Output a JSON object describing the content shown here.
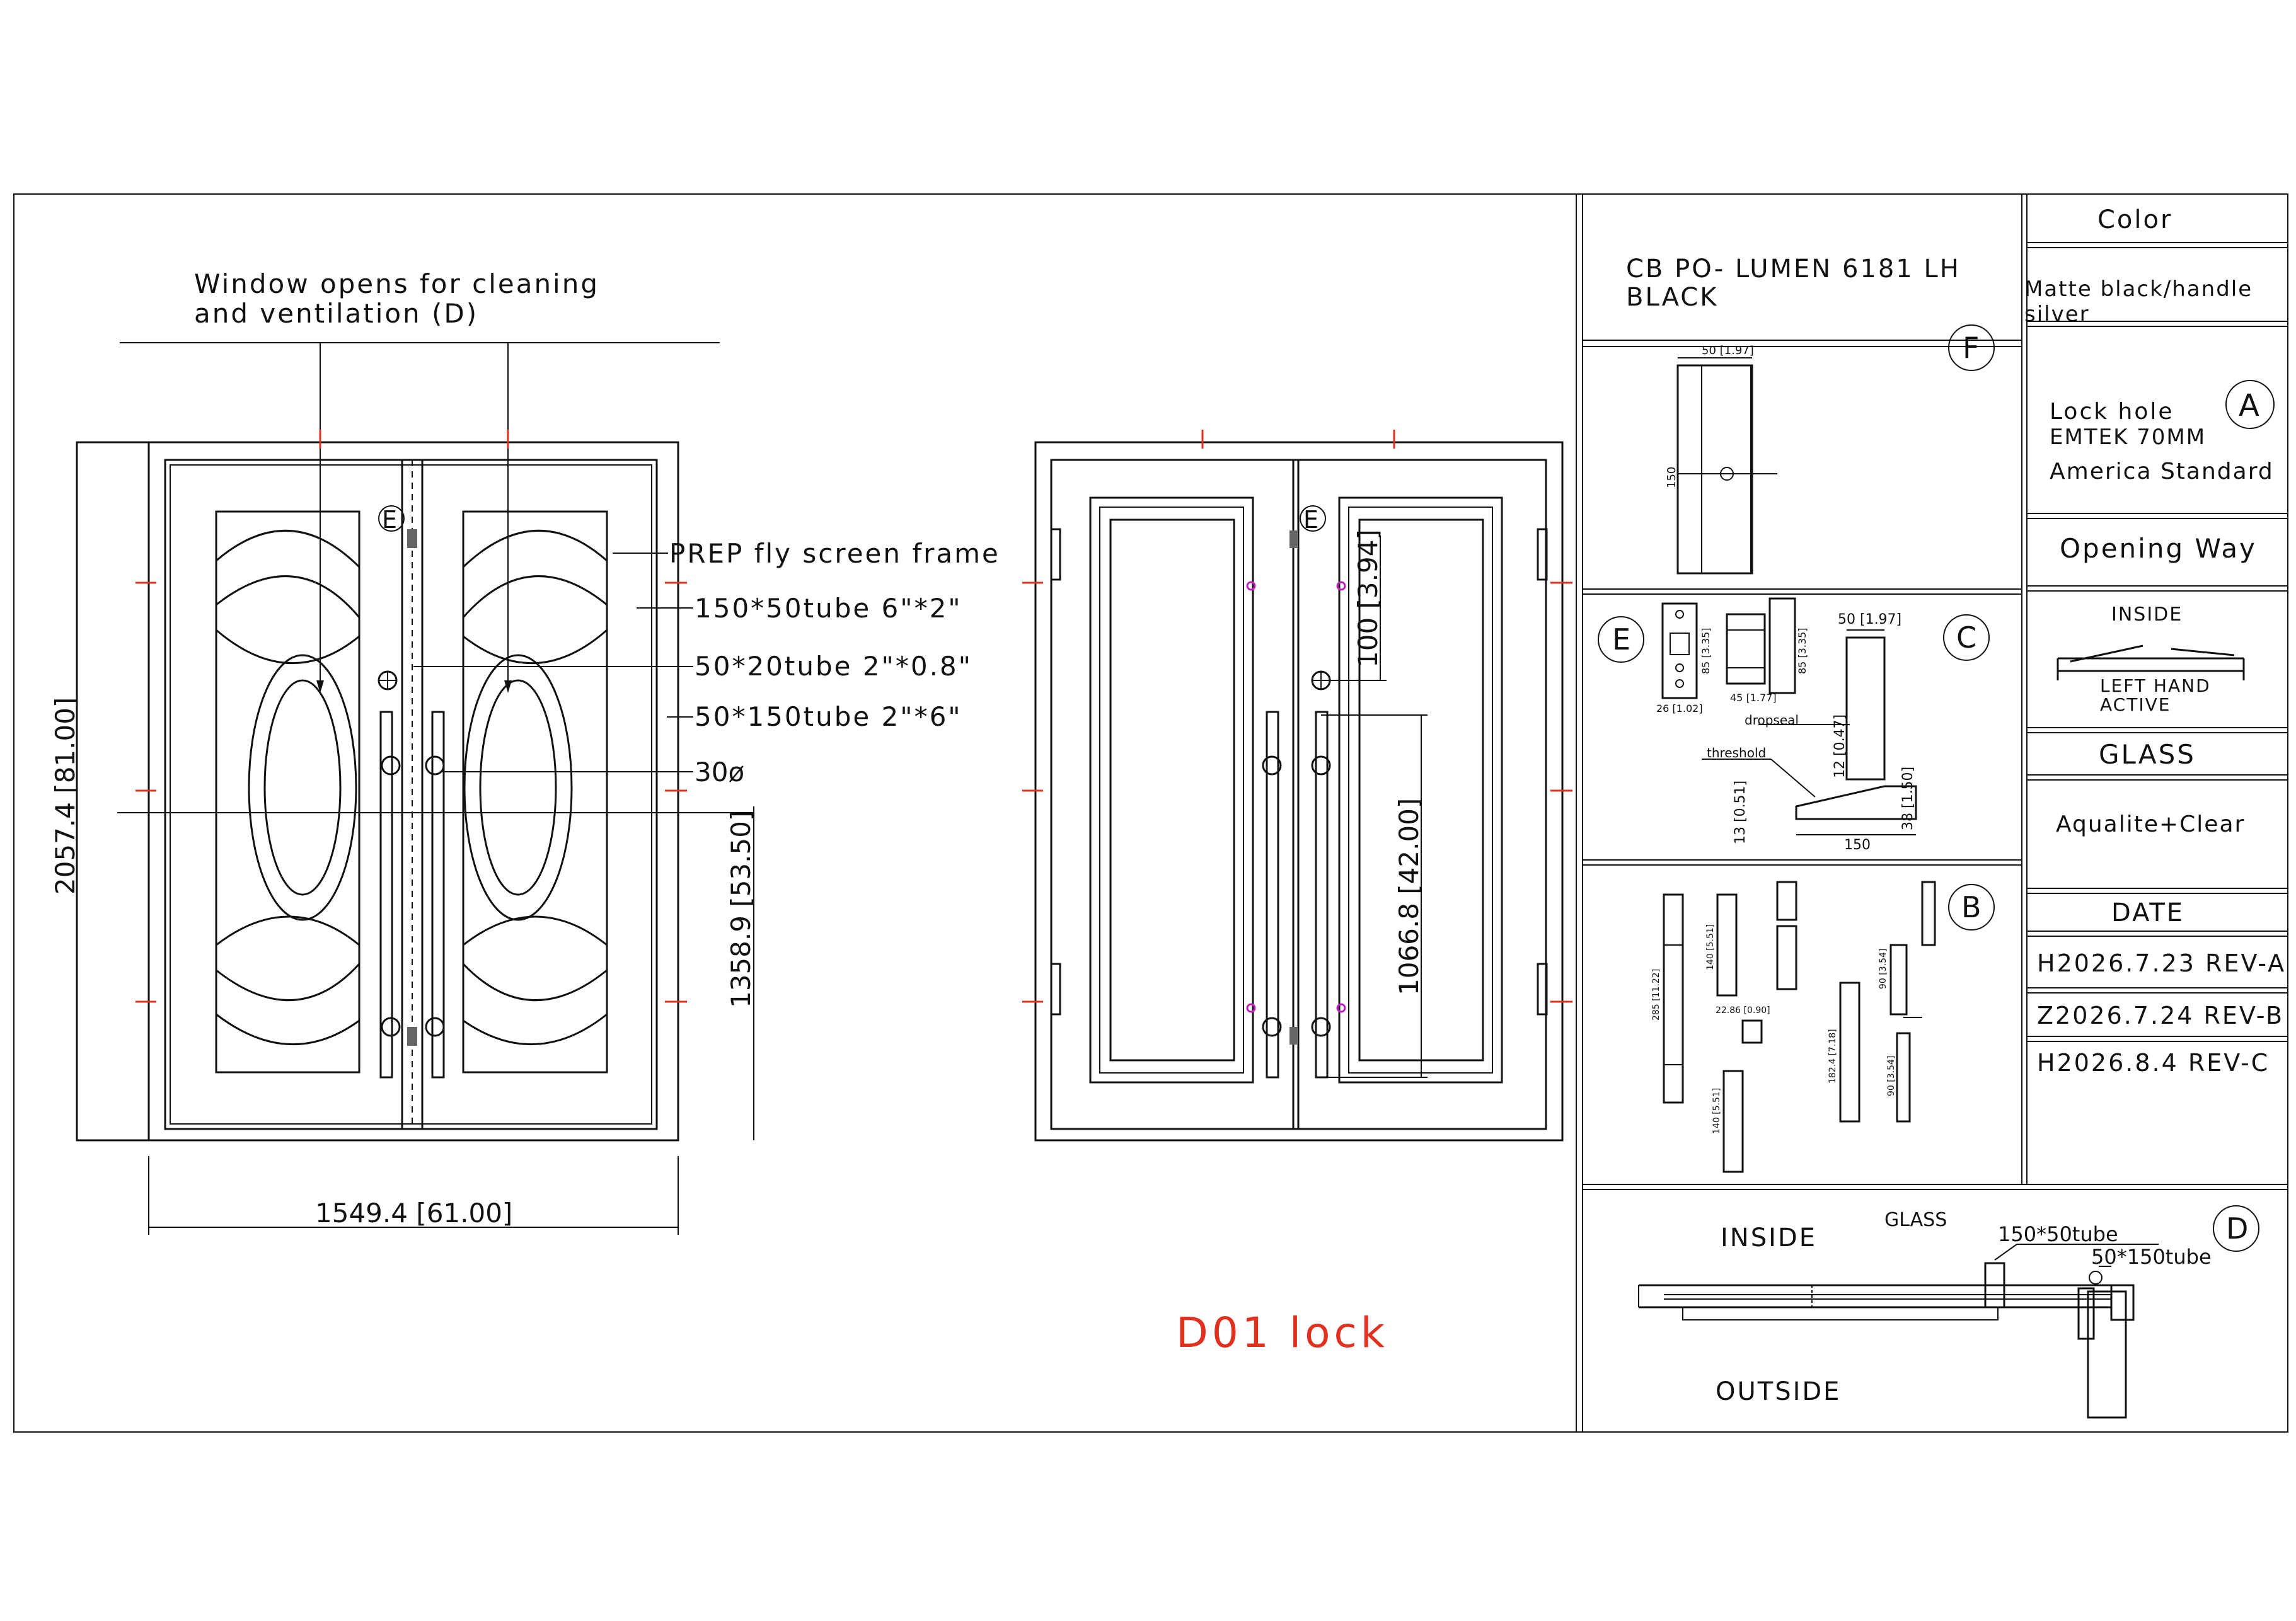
{
  "front_view": {
    "note_line1": "Window opens for cleaning",
    "note_line2": "and ventilation (D)",
    "callout_prep": "PREP fly screen frame",
    "callout_150x50": "150*50tube 6\"*2\"",
    "callout_50x20": "50*20tube 2\"*0.8\"",
    "callout_50x150": "50*150tube 2\"*6\"",
    "callout_30": "30ø",
    "dim_height": "2057.4 [81.00]",
    "dim_handle_height": "1358.9 [53.50]",
    "dim_width": "1549.4 [61.00]",
    "marker_e": "E"
  },
  "back_view": {
    "dim_lock_offset": "100 [3.94]",
    "dim_lock_height": "1066.8 [42.00]",
    "marker_e": "E",
    "caption": "D01 lock"
  },
  "title_block": {
    "product_line1": "CB PO- LUMEN 6181 LH",
    "product_line2": "BLACK",
    "color_header": "Color",
    "color_value_line1": "Matte black/handle",
    "color_value_line2": "silver",
    "lock_line1": "Lock hole",
    "lock_line2": "EMTEK 70MM",
    "lock_line3": "America Standard",
    "marker_a": "A",
    "opening_header": "Opening Way",
    "opening_inside": "INSIDE",
    "opening_hand_line1": "LEFT HAND",
    "opening_hand_line2": "ACTIVE",
    "glass_header": "GLASS",
    "glass_value": "Aqualite+Clear",
    "date_header": "DATE",
    "revisions": [
      "H2026.7.23 REV-A",
      "Z2026.7.24 REV-B",
      "H2026.8.4 REV-C"
    ]
  },
  "detail_f": {
    "marker": "F",
    "dim_top": "50 [1.97]",
    "dim_side": "150"
  },
  "detail_e": {
    "marker": "E",
    "dim_a": "85 [3.35]",
    "dim_b": "85 [3.35]",
    "dim_c": "26 [1.02]",
    "dim_d": "45 [1.77]"
  },
  "detail_c": {
    "marker": "C",
    "dim_top": "50 [1.97]",
    "label_dropseal": "dropseal",
    "label_threshold": "threshold",
    "dim_seal": "12 [0.47]",
    "dim_threshold_h": "13 [0.51]",
    "dim_step": "38 [1.50]",
    "dim_width": "150"
  },
  "detail_b": {
    "marker": "B",
    "dims": [
      "285 [11.22]",
      "140 [5.51]",
      "22.86 [0.90]",
      "140 [5.51]",
      "182.4 [7.18]",
      "90 [3.54]",
      "90 [3.54]"
    ]
  },
  "detail_d": {
    "marker": "D",
    "label_inside": "INSIDE",
    "label_outside": "OUTSIDE",
    "label_glass": "GLASS",
    "label_150x50": "150*50tube",
    "label_50x150": "50*150tube"
  }
}
